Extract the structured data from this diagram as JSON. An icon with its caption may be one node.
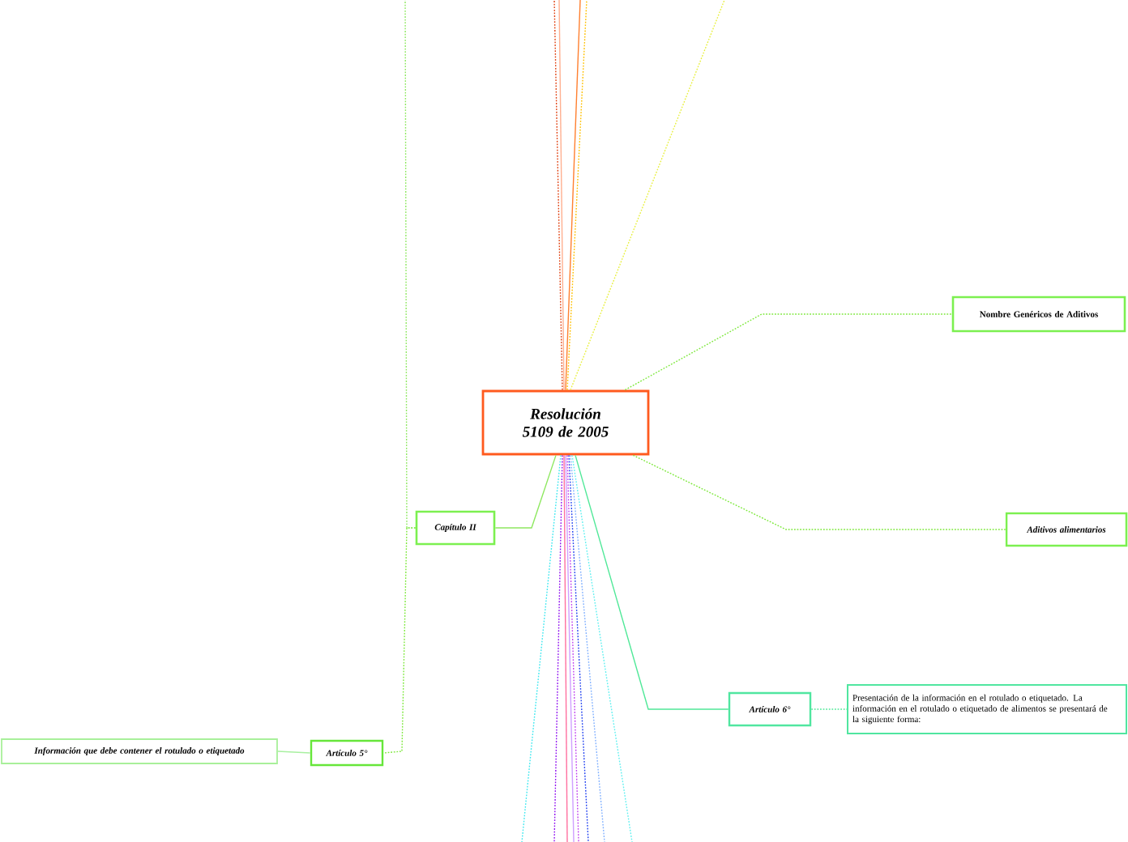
{
  "diagram": {
    "nodes": [
      {
        "text": [
          "Resolución 5109 de 2005"
        ]
      },
      {
        "text": [
          "Nombre Genéricos de Aditivos"
        ]
      },
      {
        "text": [
          "Aditivos alimentarios"
        ]
      },
      {
        "text": [
          "Capítulo II"
        ]
      },
      {
        "text": [
          "Artículo 5°"
        ]
      },
      {
        "text": [
          "Información que debe contener el rotulado o etiquetado"
        ]
      },
      {
        "text": [
          "Artículo 6°"
        ]
      },
      {
        "text": [
          "Presentación de la información en el rotulado o etiquetado. La información en el rotulado o etiquetado de alimentos se presentará de la siguiente forma:"
        ]
      }
    ],
    "edges": [
      {
        "from": 0,
        "to": 1,
        "arrow": "none",
        "style": "dashed",
        "color": "#7ce83a"
      },
      {
        "from": 0,
        "to": 2,
        "arrow": "none",
        "style": "dashed",
        "color": "#7ce83a"
      },
      {
        "from": 0,
        "to": 3,
        "arrow": "none",
        "color": "#8ee860"
      },
      {
        "from": 3,
        "to": 4,
        "arrow": "none",
        "style": "dashed",
        "color": "#7ce83a"
      },
      {
        "from": 4,
        "to": 5,
        "arrow": "none",
        "color": "#a8f0a0"
      },
      {
        "from": 0,
        "to": 6,
        "arrow": "none",
        "color": "#50e898"
      },
      {
        "from": 6,
        "to": 7,
        "arrow": "none",
        "style": "dashed",
        "color": "#50e898"
      },
      {
        "from": 3,
        "to": null,
        "arrow": "none",
        "style": "dashed",
        "color": "#8ee860"
      },
      {
        "from": 0,
        "to": null,
        "arrow": "none",
        "style": "dashed",
        "color": "#e04010"
      },
      {
        "from": 0,
        "to": null,
        "arrow": "none",
        "color": "#ffb090"
      },
      {
        "from": 0,
        "to": null,
        "arrow": "none",
        "color": "#ff8030"
      },
      {
        "from": 0,
        "to": null,
        "arrow": "none",
        "style": "dashed",
        "color": "#ffc000"
      },
      {
        "from": 0,
        "to": null,
        "arrow": "none",
        "style": "dashed",
        "color": "#e8f040"
      },
      {
        "from": 0,
        "to": null,
        "arrow": "none",
        "style": "dashed",
        "color": "#40e8f0"
      },
      {
        "from": 0,
        "to": null,
        "arrow": "none",
        "style": "dashed",
        "color": "#9010f0"
      },
      {
        "from": 0,
        "to": null,
        "arrow": "none",
        "color": "#ff70a0"
      },
      {
        "from": 0,
        "to": null,
        "arrow": "none",
        "color": "#d0a0ff"
      },
      {
        "from": 0,
        "to": null,
        "arrow": "none",
        "style": "dashed",
        "color": "#c040f0"
      },
      {
        "from": 0,
        "to": null,
        "arrow": "none",
        "style": "dashed",
        "color": "#2040f0"
      },
      {
        "from": 0,
        "to": null,
        "arrow": "none",
        "style": "dashed",
        "color": "#80b0ff"
      },
      {
        "from": 0,
        "to": null,
        "arrow": "none",
        "style": "dashed",
        "color": "#60f0f0"
      }
    ]
  }
}
